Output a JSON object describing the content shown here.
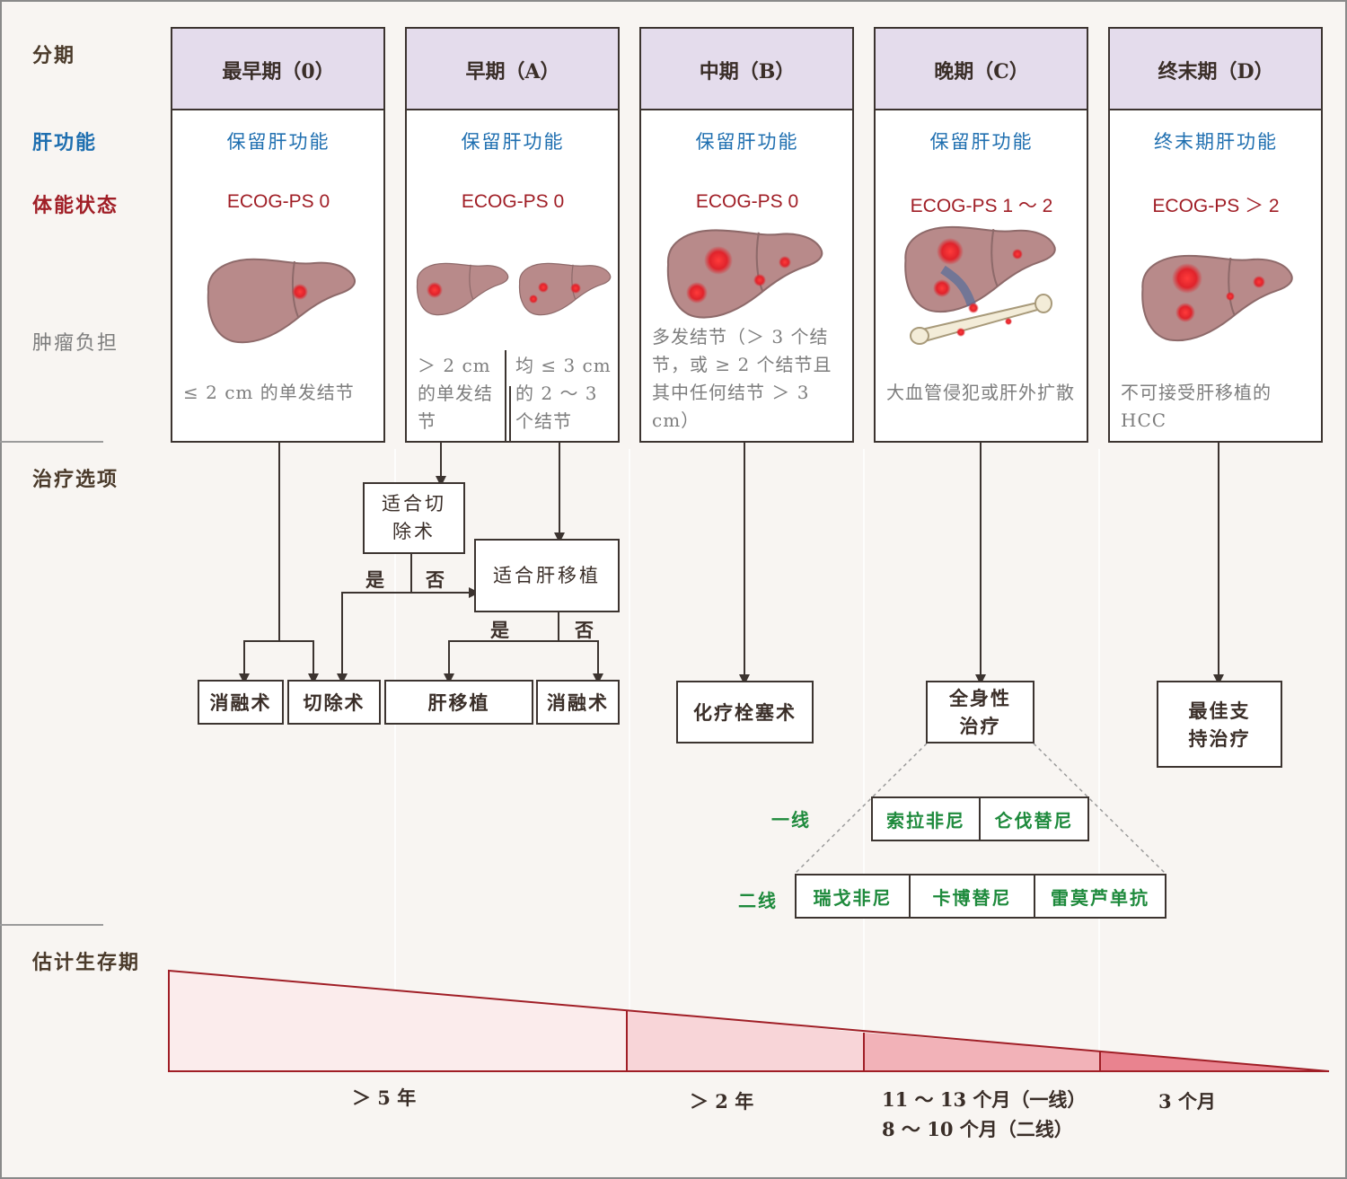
{
  "row_labels": {
    "stage": "分期",
    "liver_function": "肝功能",
    "performance_status": "体能状态",
    "tumor_burden": "肿瘤负担",
    "treatment": "治疗选项",
    "survival": "估计生存期"
  },
  "stages": [
    {
      "title": "最早期（0）",
      "liver_function": "保留肝功能",
      "ecog": "ECOG-PS 0",
      "tumor": "≤ 2 cm 的单发结节"
    },
    {
      "title": "早期（A）",
      "liver_function": "保留肝功能",
      "ecog": "ECOG-PS 0",
      "tumor_left": "＞ 2 cm 的单发结节",
      "tumor_right": "均 ≤ 3 cm 的 2 ～ 3 个结节"
    },
    {
      "title": "中期（B）",
      "liver_function": "保留肝功能",
      "ecog": "ECOG-PS 0",
      "tumor": "多发结节（＞ 3 个结节，或 ≥ 2 个结节且其中任何结节 ＞ 3 cm）"
    },
    {
      "title": "晚期（C）",
      "liver_function": "保留肝功能",
      "ecog": "ECOG-PS 1 ～ 2",
      "tumor": "大血管侵犯或肝外扩散"
    },
    {
      "title": "终末期（D）",
      "liver_function": "终末期肝功能",
      "ecog": "ECOG-PS ＞ 2",
      "tumor": "不可接受肝移植的 HCC"
    }
  ],
  "decisions": {
    "resection_suitable": "适合切除术",
    "transplant_suitable": "适合肝移植",
    "yes": "是",
    "no": "否"
  },
  "treatments": {
    "ablation": "消融术",
    "resection": "切除术",
    "transplant": "肝移植",
    "ablation_2": "消融术",
    "tace": "化疗栓塞术",
    "systemic": "全身性治疗",
    "bsc": "最佳支持治疗"
  },
  "systemic_lines": {
    "first_line_label": "一线",
    "first_line": [
      "索拉非尼",
      "仑伐替尼"
    ],
    "second_line_label": "二线",
    "second_line": [
      "瑞戈非尼",
      "卡博替尼",
      "雷莫芦单抗"
    ]
  },
  "survival": {
    "stage_0_a": "＞ 5 年",
    "stage_b": "＞ 2 年",
    "stage_c_line1": "11 ～ 13 个月（一线）",
    "stage_c_line2": "8 ～ 10 个月（二线）",
    "stage_d": "3 个月"
  },
  "colors": {
    "header_fill": "#e4dcec",
    "liver_function": "#1f6fb0",
    "performance_status": "#a01e26",
    "drug_green": "#1e8a3c",
    "liver_tissue": "#b88a8a",
    "tumor_red": "#e0232b",
    "survival_wedge": "#e89aa3"
  },
  "icons": [
    "liver-icon",
    "liver-with-tumor-icon",
    "bone-metastasis-icon",
    "arrow-down-icon"
  ]
}
